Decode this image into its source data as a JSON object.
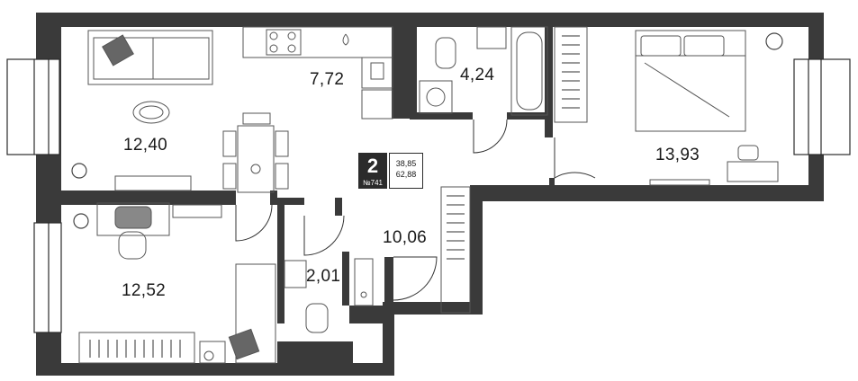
{
  "apartment": {
    "rooms": "2",
    "number": "№741",
    "living_area": "38,85",
    "total_area": "62,88"
  },
  "rooms": {
    "living_room": "12,40",
    "kitchen": "7,72",
    "bathroom": "4,24",
    "bedroom_right": "13,93",
    "hallway": "10,06",
    "bedroom_left": "12,52",
    "toilet": "2,01"
  },
  "colors": {
    "wall": "#3a3a3a",
    "furniture": "#555555",
    "background": "#ffffff"
  }
}
